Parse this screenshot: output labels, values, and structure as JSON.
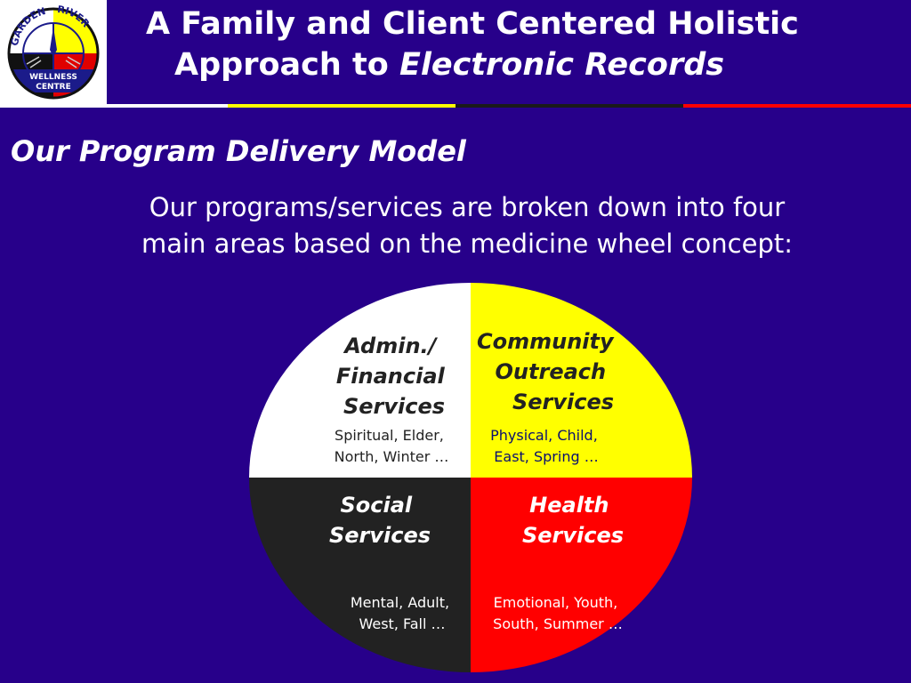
{
  "slide": {
    "title_line1": "A Family and Client Centered Holistic",
    "title_line2_plain": "Approach to ",
    "title_line2_italic": "Electronic Records",
    "subtitle": "Our Program Delivery Model",
    "intro_line1": "Our programs/services are broken down into four",
    "intro_line2": "main areas based on the medicine wheel concept:"
  },
  "logo": {
    "top_left": "GARDEN",
    "top_right": "RIVER",
    "band_line1": "WELLNESS",
    "band_line2": "CENTRE"
  },
  "colors": {
    "background": "#27008a",
    "white": "#ffffff",
    "yellow": "#ffff00",
    "black": "#222222",
    "red": "#ff0000",
    "title_text": "#ffffff",
    "quadrant_text_dark": "#222222",
    "quadrant_text_light": "#ffffff",
    "subtext_blue": "#0a0f70"
  },
  "wheel": {
    "quadrants": [
      {
        "id": "admin",
        "position": "top-left",
        "fill": "#ffffff",
        "title_lines": [
          "Admin./",
          "Financial",
          "Services"
        ],
        "sub_lines": [
          "Spiritual, Elder,",
          "North, Winter …"
        ]
      },
      {
        "id": "community",
        "position": "top-right",
        "fill": "#ffff00",
        "title_lines": [
          "Community",
          "Outreach",
          "Services"
        ],
        "sub_lines": [
          "Physical, Child,",
          "East, Spring …"
        ]
      },
      {
        "id": "social",
        "position": "bottom-left",
        "fill": "#222222",
        "title_lines": [
          "Social",
          "Services"
        ],
        "sub_lines": [
          "Mental, Adult,",
          "West, Fall …"
        ]
      },
      {
        "id": "health",
        "position": "bottom-right",
        "fill": "#ff0000",
        "title_lines": [
          "Health",
          "Services"
        ],
        "sub_lines": [
          "Emotional, Youth,",
          "South, Summer …"
        ]
      }
    ]
  }
}
